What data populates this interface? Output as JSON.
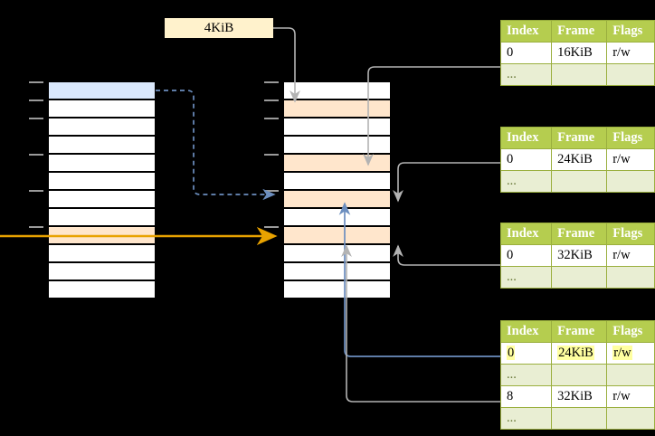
{
  "diagram": {
    "title": "multi-level page table address translation",
    "colors": {
      "header_green": "#b5cd4f",
      "ellipsis_row": "#e9eed3",
      "blue_fill": "#dae8fc",
      "peach_fill": "#ffe6cc",
      "label_fill": "#fff2cc",
      "highlight_yellow": "#ffffa0",
      "orange_arrow": "#e8a200",
      "blue_arrow": "#6c8ebf",
      "gray_arrow": "#b3b3b3"
    }
  },
  "page_size_label": {
    "text": "4KiB"
  },
  "left_column": {
    "name": "virtual-address-space",
    "rows": [
      {
        "fill": "blue",
        "tick": true
      },
      {
        "fill": "white",
        "tick": true
      },
      {
        "fill": "white",
        "tick": true
      },
      {
        "fill": "white",
        "tick": false
      },
      {
        "fill": "white",
        "tick": true
      },
      {
        "fill": "white",
        "tick": false
      },
      {
        "fill": "white",
        "tick": true
      },
      {
        "fill": "white",
        "tick": false
      },
      {
        "fill": "peach",
        "tick": true
      },
      {
        "fill": "white",
        "tick": false
      },
      {
        "fill": "white",
        "tick": false
      },
      {
        "fill": "white",
        "tick": false
      }
    ]
  },
  "middle_column": {
    "name": "physical-memory",
    "rows": [
      {
        "fill": "white",
        "tick": true
      },
      {
        "fill": "peach",
        "tick": true
      },
      {
        "fill": "white",
        "tick": true
      },
      {
        "fill": "white",
        "tick": false
      },
      {
        "fill": "peach",
        "tick": true
      },
      {
        "fill": "white",
        "tick": false
      },
      {
        "fill": "peach",
        "tick": true
      },
      {
        "fill": "white",
        "tick": false
      },
      {
        "fill": "peach",
        "tick": true
      },
      {
        "fill": "white",
        "tick": false
      },
      {
        "fill": "white",
        "tick": false
      },
      {
        "fill": "white",
        "tick": false
      }
    ]
  },
  "tables": [
    {
      "name": "page-table-level-1",
      "headers": [
        "Index",
        "Frame",
        "Flags"
      ],
      "rows": [
        {
          "kind": "data",
          "cells": [
            "0",
            "16KiB",
            "r/w"
          ],
          "highlight": false
        },
        {
          "kind": "ellipsis",
          "cells": [
            "...",
            "",
            ""
          ],
          "highlight": false
        }
      ]
    },
    {
      "name": "page-table-level-2",
      "headers": [
        "Index",
        "Frame",
        "Flags"
      ],
      "rows": [
        {
          "kind": "data",
          "cells": [
            "0",
            "24KiB",
            "r/w"
          ],
          "highlight": false
        },
        {
          "kind": "ellipsis",
          "cells": [
            "...",
            "",
            ""
          ],
          "highlight": false
        }
      ]
    },
    {
      "name": "page-table-level-3",
      "headers": [
        "Index",
        "Frame",
        "Flags"
      ],
      "rows": [
        {
          "kind": "data",
          "cells": [
            "0",
            "32KiB",
            "r/w"
          ],
          "highlight": false
        },
        {
          "kind": "ellipsis",
          "cells": [
            "...",
            "",
            ""
          ],
          "highlight": false
        }
      ]
    },
    {
      "name": "page-table-level-4",
      "headers": [
        "Index",
        "Frame",
        "Flags"
      ],
      "rows": [
        {
          "kind": "data",
          "cells": [
            "0",
            "24KiB",
            "r/w"
          ],
          "highlight": true
        },
        {
          "kind": "ellipsis",
          "cells": [
            "...",
            "",
            ""
          ],
          "highlight": false
        },
        {
          "kind": "data",
          "cells": [
            "8",
            "32KiB",
            "r/w"
          ],
          "highlight": false
        },
        {
          "kind": "ellipsis",
          "cells": [
            "...",
            "",
            ""
          ],
          "highlight": false
        }
      ]
    }
  ]
}
